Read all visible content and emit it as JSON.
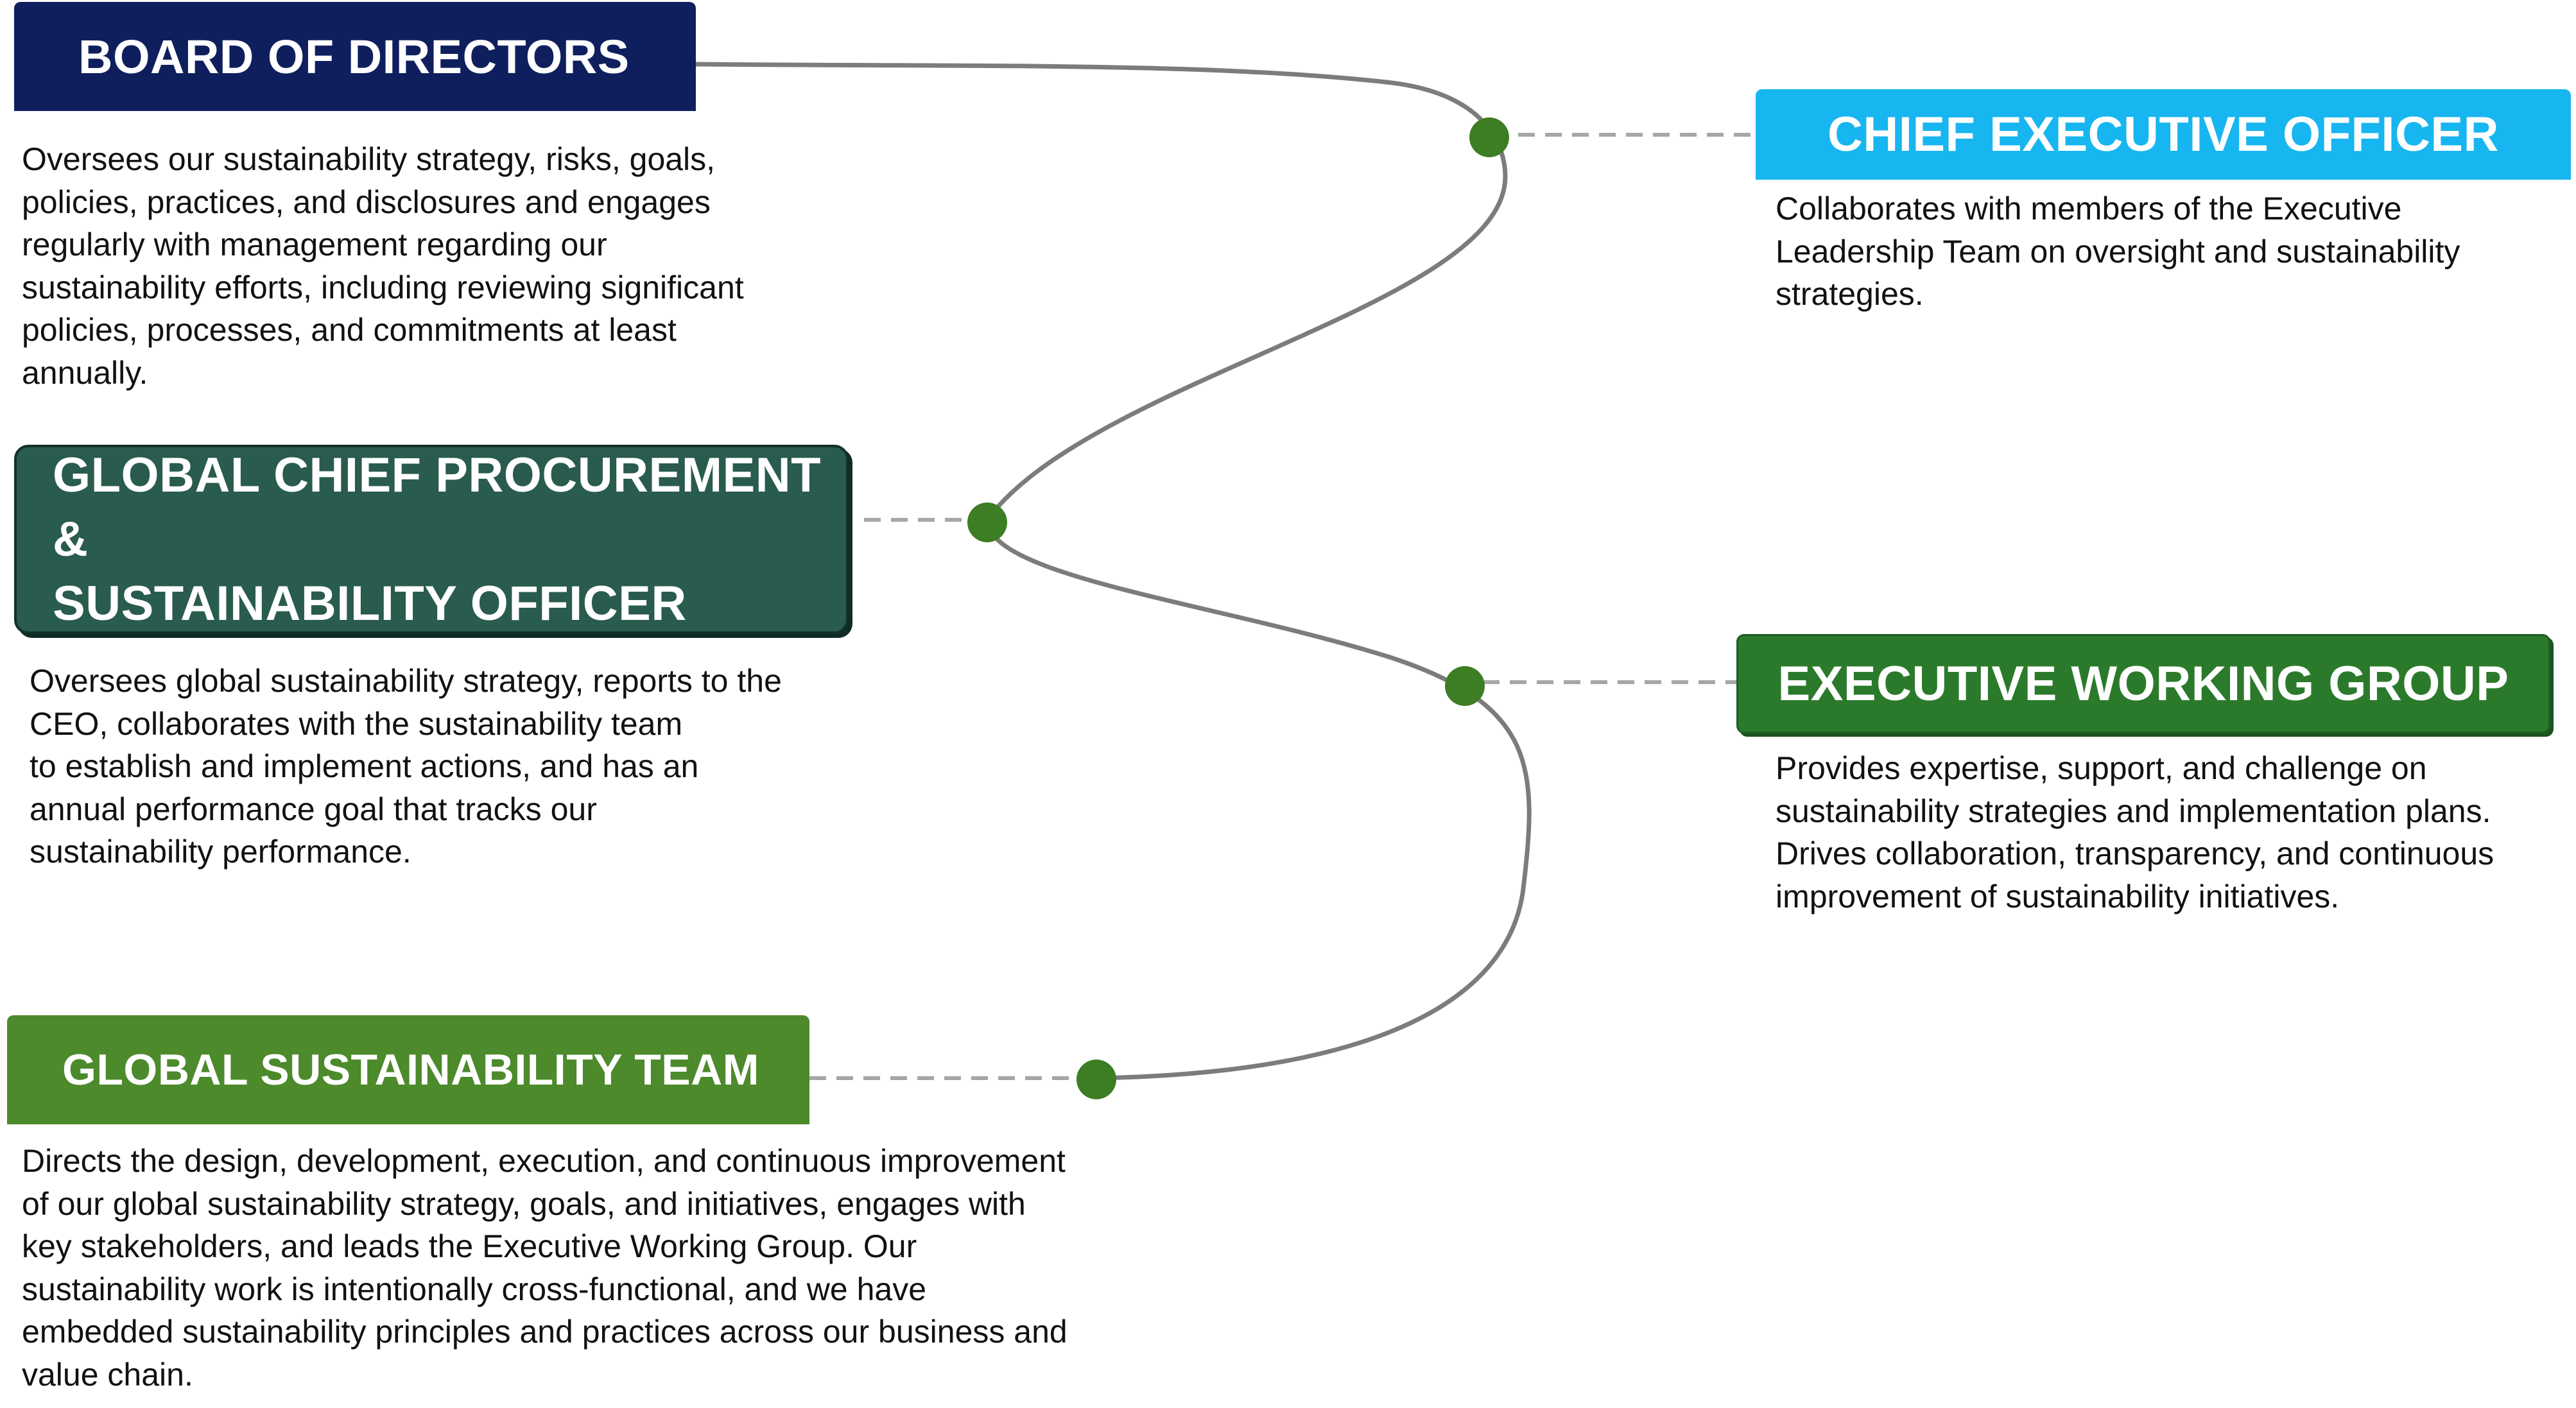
{
  "colors": {
    "connector_curve": "#7c7c7c",
    "dashed_link": "#a6a6a6",
    "node_dot": "#3d7d23",
    "text": "#111111"
  },
  "nodes": [
    {
      "id": "board",
      "title": "BOARD OF DIRECTORS",
      "color": "#0f1f5e",
      "description": "Oversees our sustainability strategy, risks, goals,\npolicies, practices, and disclosures and engages\nregularly with management regarding our\nsustainability  efforts, including reviewing significant\npolicies, processes, and commitments at least\nannually."
    },
    {
      "id": "ceo",
      "title": "CHIEF EXECUTIVE OFFICER",
      "color": "#17b6f0",
      "description": "Collaborates with members of the Executive\nLeadership Team on oversight and sustainability\nstrategies."
    },
    {
      "id": "gcpo",
      "title_lines": [
        "GLOBAL CHIEF PROCUREMENT &",
        "SUSTAINABILITY OFFICER"
      ],
      "color": "#295b4e",
      "description": "Oversees global sustainability strategy, reports to the\nCEO, collaborates with the sustainability team\nto establish and implement actions, and has an\nannual performance goal that tracks our\nsustainability performance."
    },
    {
      "id": "ewg",
      "title": "EXECUTIVE WORKING GROUP",
      "color": "#2b7a2b",
      "description": "Provides expertise, support, and challenge on\nsustainability strategies and implementation plans.\nDrives collaboration, transparency, and continuous\nimprovement of sustainability initiatives."
    },
    {
      "id": "gst",
      "title": "GLOBAL SUSTAINABILITY TEAM",
      "color": "#4c8a2b",
      "description": "Directs the design, development, execution, and continuous improvement\nof our global sustainability strategy, goals, and initiatives, engages with\nkey stakeholders, and leads the Executive Working Group. Our\nsustainability work is intentionally cross-functional, and we have\nembedded sustainability principles and practices across our business and\nvalue chain."
    }
  ],
  "connections": [
    {
      "from": "board",
      "to": "ceo"
    },
    {
      "from": "ceo",
      "to": "gcpo"
    },
    {
      "from": "gcpo",
      "to": "ewg"
    },
    {
      "from": "ewg",
      "to": "gst"
    }
  ]
}
